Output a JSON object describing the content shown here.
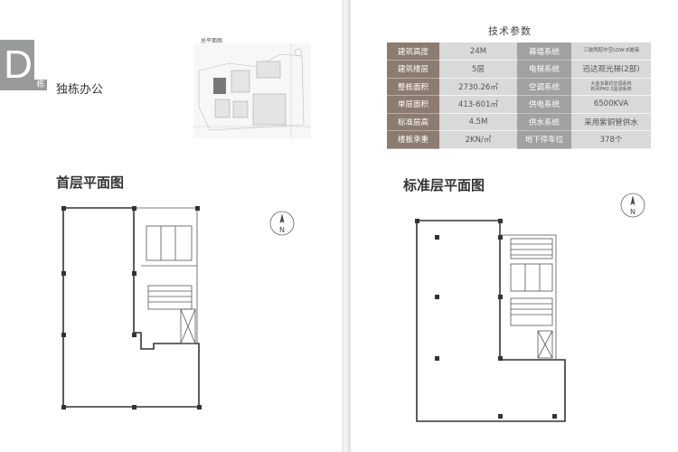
{
  "building": {
    "letter": "D",
    "letter_suffix": "栋",
    "title": "独栋办公"
  },
  "site_plan": {
    "label": "总平面图"
  },
  "specs": {
    "title": "技术参数",
    "rows": [
      {
        "k1": "建筑高度",
        "v1": "24M",
        "k2": "幕墙系统",
        "v2": "三玻两腔中空LOW-E玻璃"
      },
      {
        "k1": "建筑楼层",
        "v1": "5层",
        "k2": "电梯系统",
        "v2": "迅达观光梯(2部)"
      },
      {
        "k1": "整栋面积",
        "v1": "2730.26㎡",
        "k2": "空调系统",
        "v2_line1": "大金多联机空调系统",
        "v2_line2": "新风PM2.5监测系统"
      },
      {
        "k1": "单层面积",
        "v1": "413-601㎡",
        "k2": "供电系统",
        "v2": "6500KVA"
      },
      {
        "k1": "标准层高",
        "v1": "4.5M",
        "k2": "供水系统",
        "v2": "采用紫铜管供水"
      },
      {
        "k1": "楼板承重",
        "v1": "2KN/㎡",
        "k2": "地下停车位",
        "v2": "378个"
      }
    ]
  },
  "plans": {
    "first_floor_title": "首层平面图",
    "standard_floor_title": "标准层平面图",
    "north_label": "N"
  }
}
